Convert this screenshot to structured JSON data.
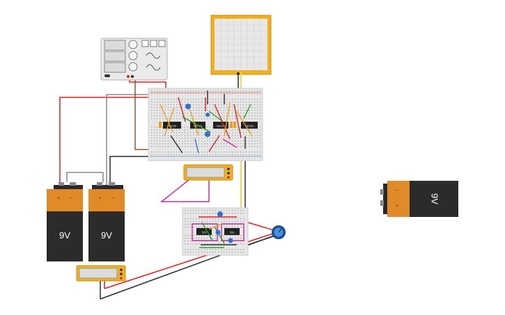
{
  "canvas": {
    "background": "#ffffff"
  },
  "batteries": {
    "left": {
      "label": "9V",
      "plus": "+",
      "minus": "−"
    },
    "middle": {
      "label": "9V",
      "plus": "+",
      "minus": "−"
    },
    "right": {
      "label": "9V",
      "plus": "+",
      "minus": "−"
    }
  },
  "chips": {
    "top": [
      "NE555",
      "NE555",
      "NE555",
      "NE555"
    ],
    "bottom": [
      "555",
      "555"
    ]
  },
  "colors": {
    "battery_body": "#2b2b2b",
    "battery_top": "#e08a2a",
    "breadboard": "#e8e8e8",
    "instrument_yellow": "#f0b020",
    "wire_red": "#d62020",
    "wire_black": "#2a2a2a",
    "wire_gray": "#8a8a8a",
    "wire_magenta": "#c0309a",
    "wire_orange": "#e8a020",
    "wire_brown": "#8b5a2b",
    "wire_green": "#2aa02a",
    "wire_yellow": "#e8d020",
    "capacitor_blue": "#2f6fd0"
  },
  "icons": [
    "battery-9v",
    "oscilloscope",
    "function-generator",
    "multimeter",
    "potentiometer",
    "breadboard"
  ]
}
